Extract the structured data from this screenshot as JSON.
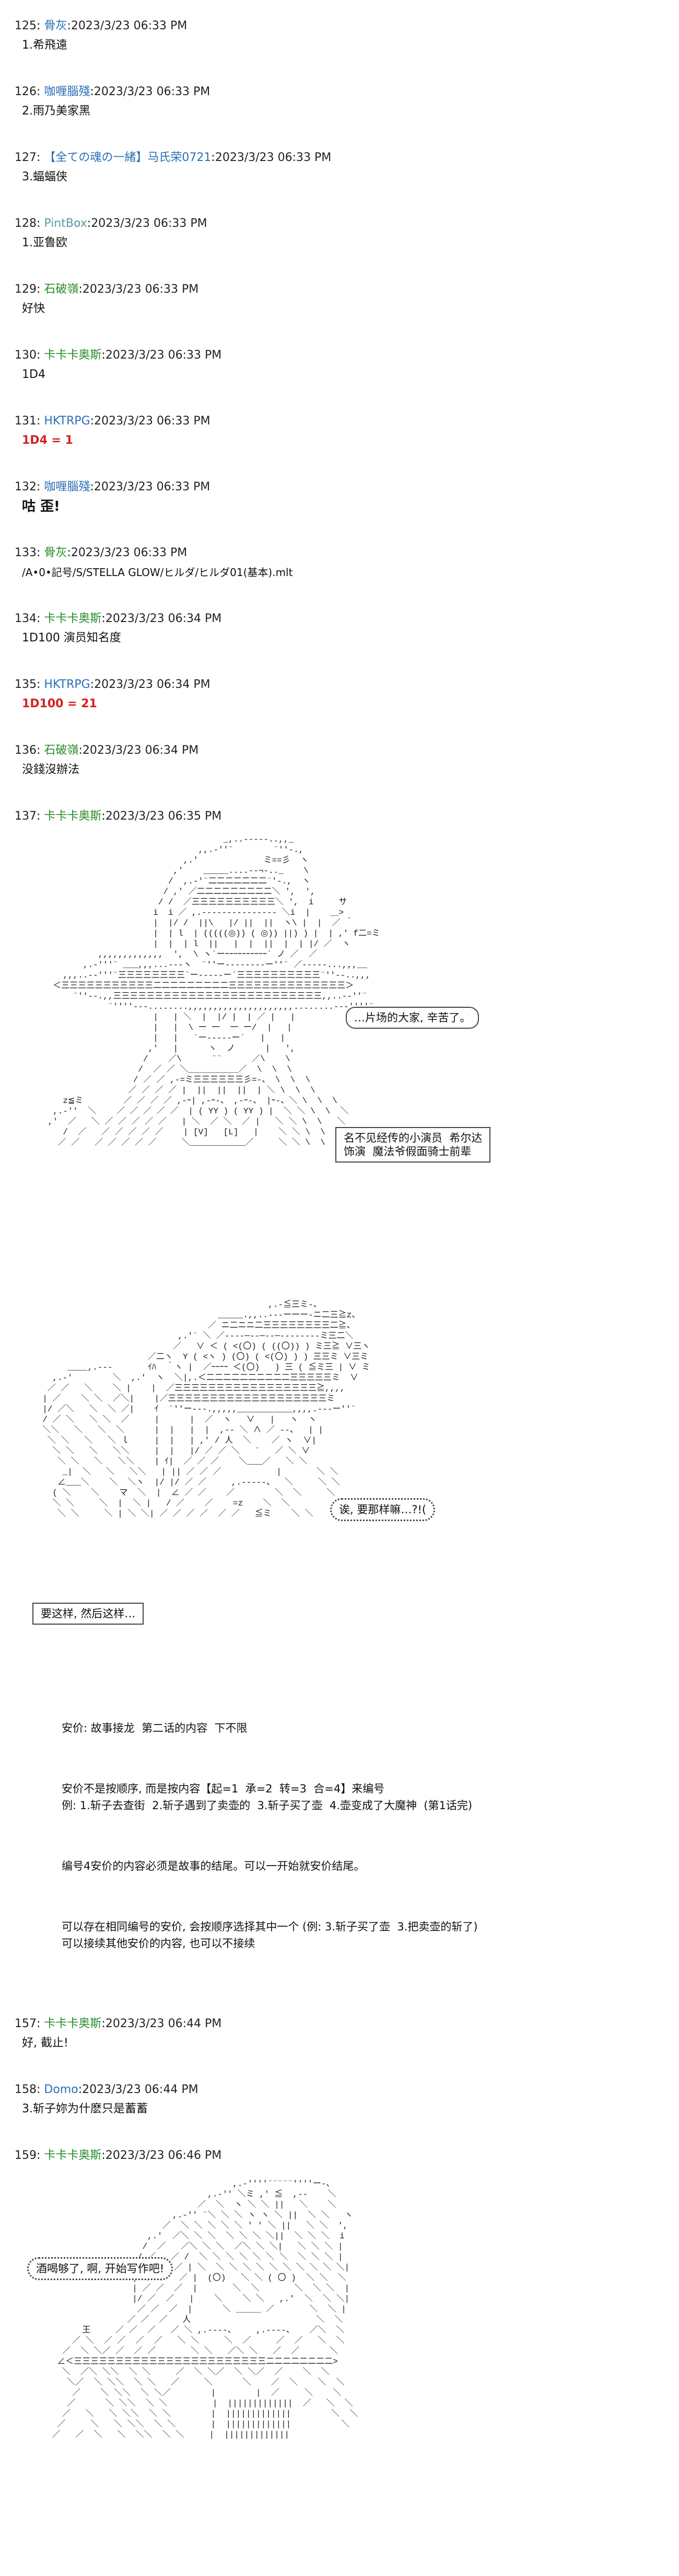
{
  "posts": [
    {
      "num": "125",
      "name": "骨灰",
      "date": "2023/3/23 06:33 PM",
      "body": "1.希飛遠"
    },
    {
      "num": "126",
      "name": "咖喱腦殘",
      "date": "2023/3/23 06:33 PM",
      "body": "2.雨乃美家黑"
    },
    {
      "num": "127",
      "name": "【全ての魂の一緒】马氏荣0721",
      "date": "2023/3/23 06:33 PM",
      "body": "3.蝠蝠侠"
    },
    {
      "num": "128",
      "name": "PintBox",
      "date": "2023/3/23 06:33 PM",
      "body": "1.亚鲁欧"
    },
    {
      "num": "129",
      "name": "石破嶺",
      "date": "2023/3/23 06:33 PM",
      "body": "好快"
    },
    {
      "num": "130",
      "name": "卡卡卡奥斯",
      "date": "2023/3/23 06:33 PM",
      "body": "1D4"
    },
    {
      "num": "131",
      "name": "HKTRPG",
      "date": "2023/3/23 06:33 PM",
      "body": "1D4 = 1"
    },
    {
      "num": "132",
      "name": "咖喱腦殘",
      "date": "2023/3/23 06:33 PM",
      "body": "咕 歪!"
    },
    {
      "num": "133",
      "name": "骨灰",
      "date": "2023/3/23 06:33 PM",
      "body": "/A•0•記号/S/STELLA GLOW/ヒルダ/ヒルダ01(基本).mlt"
    },
    {
      "num": "134",
      "name": "卡卡卡奥斯",
      "date": "2023/3/23 06:34 PM",
      "body": "1D100 演员知名度"
    },
    {
      "num": "135",
      "name": "HKTRPG",
      "date": "2023/3/23 06:34 PM",
      "body": "1D100 = 21"
    },
    {
      "num": "136",
      "name": "石破嶺",
      "date": "2023/3/23 06:34 PM",
      "body": "没錢沒辦法"
    },
    {
      "num": "137",
      "name": "卡卡卡奥斯",
      "date": "2023/3/23 06:35 PM",
      "body": ""
    },
    {
      "num": "157",
      "name": "卡卡卡奥斯",
      "date": "2023/3/23 06:44 PM",
      "body": "好, 截止!"
    },
    {
      "num": "158",
      "name": "Domo",
      "date": "2023/3/23 06:44 PM",
      "body": "3.斩子妳为什麽只是蓄蓄"
    },
    {
      "num": "159",
      "name": "卡卡卡奥斯",
      "date": "2023/3/23 06:46 PM",
      "body": ""
    }
  ],
  "scene1": {
    "bubble1": "…片场的大家, 辛苦了。",
    "bubble2": "名不见经传的小演员  希尔达\n饰演  魔法爷假面骑士前辈"
  },
  "scene2": {
    "bubble1": "诶, 要那样嘛…?!(",
    "bubble2": "要这样, 然后这样…"
  },
  "notes": {
    "line1": "安价: 故事接龙  第二话的内容  下不限",
    "line2": "安价不是按顺序, 而是按内容【起=1  承=2  转=3  合=4】来编号",
    "line3": "例: 1.斩子去查街  2.斩子遇到了卖壶的  3.斩子买了壶  4.壶变成了大魔神  (第1话完)",
    "line4": "编号4安价的内容必须是故事的结尾。可以一开始就安价结尾。",
    "line5": "可以存在相同编号的安价, 会按顺序选择其中一个 (例: 3.斩子买了壶  3.把卖壶的斩了)",
    "line6": "可以接续其他安价的内容, 也可以不接续"
  },
  "scene3": {
    "bubble1": "酒喝够了, 啊, 开始写作吧!"
  }
}
